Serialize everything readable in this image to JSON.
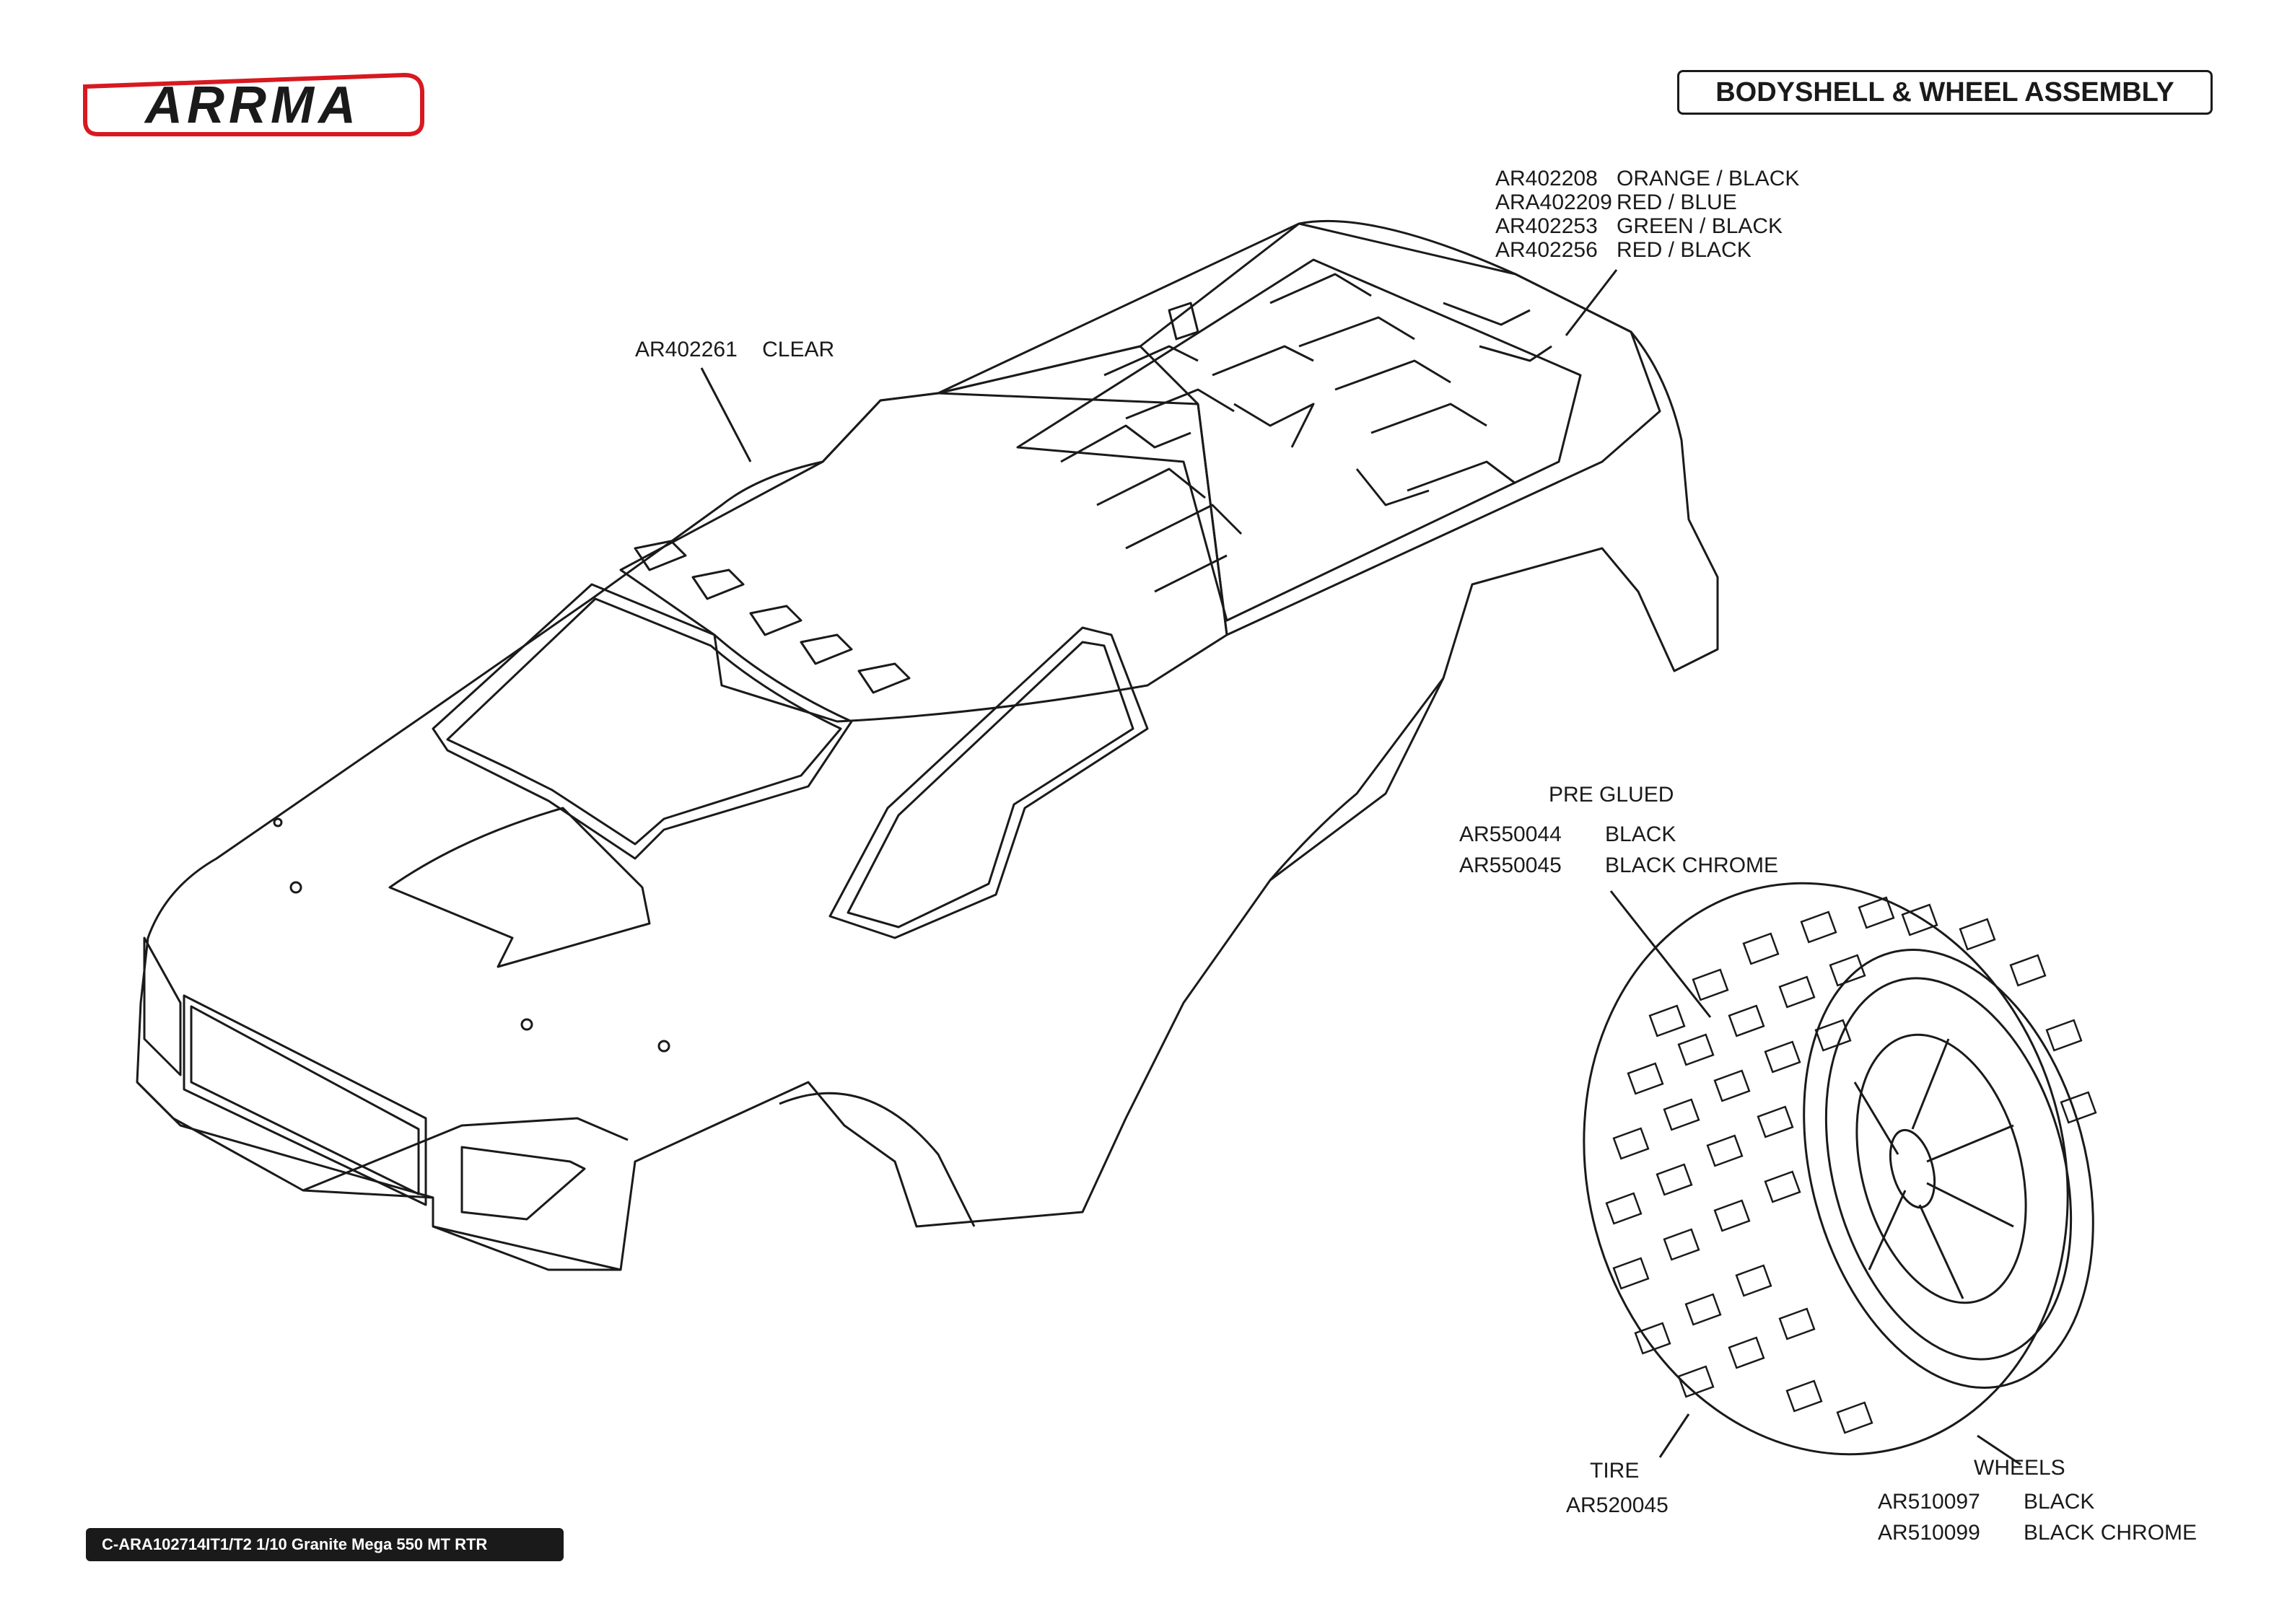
{
  "header": {
    "brand": "ARRMA",
    "title": "BODYSHELL & WHEEL ASSEMBLY"
  },
  "body_parts": {
    "clear": {
      "code": "AR402261",
      "desc": "CLEAR"
    },
    "painted": [
      {
        "code": "AR402208",
        "desc": "ORANGE / BLACK"
      },
      {
        "code": "ARA402209",
        "desc": "RED / BLUE"
      },
      {
        "code": "AR402253",
        "desc": "GREEN / BLACK"
      },
      {
        "code": "AR402256",
        "desc": "RED / BLACK"
      }
    ]
  },
  "wheel_parts": {
    "pre_glued_label": "PRE GLUED",
    "pre_glued": [
      {
        "code": "AR550044",
        "desc": "BLACK"
      },
      {
        "code": "AR550045",
        "desc": "BLACK CHROME"
      }
    ],
    "tire": {
      "label": "TIRE",
      "code": "AR520045"
    },
    "wheels": {
      "label": "WHEELS",
      "items": [
        {
          "code": "AR510097",
          "desc": "BLACK"
        },
        {
          "code": "AR510099",
          "desc": "BLACK CHROME"
        }
      ]
    }
  },
  "footer": {
    "model": "C-ARA102714IT1/T2 1/10 Granite Mega 550 MT RTR"
  },
  "colors": {
    "ink": "#1a1a1a",
    "logo_red": "#d71920",
    "background": "#ffffff"
  }
}
